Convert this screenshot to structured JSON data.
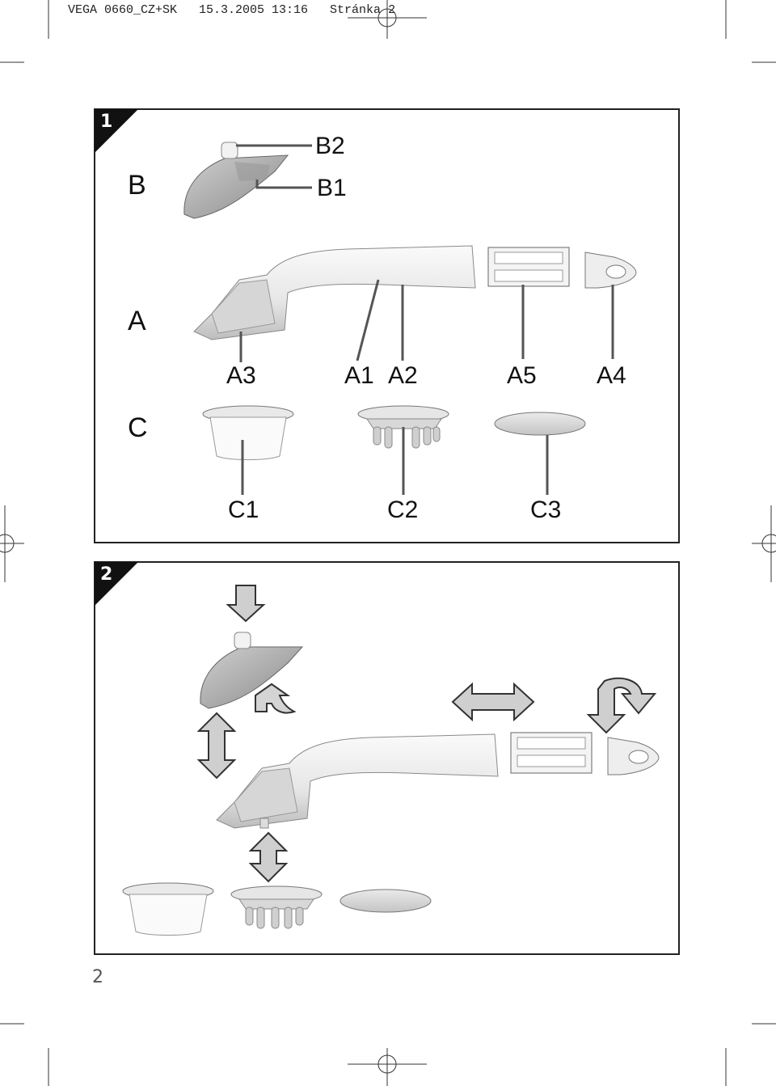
{
  "header": {
    "text": "VEGA 0660_CZ+SK   15.3.2005 13:16   Stránka 2"
  },
  "figure1": {
    "number": "1",
    "rows": {
      "b": "B",
      "a": "A",
      "c": "C"
    },
    "labels": {
      "b2": "B2",
      "b1": "B1",
      "a3": "A3",
      "a1": "A1",
      "a2": "A2",
      "a5": "A5",
      "a4": "A4",
      "c1": "C1",
      "c2": "C2",
      "c3": "C3"
    }
  },
  "figure2": {
    "number": "2"
  },
  "page_number": "2"
}
